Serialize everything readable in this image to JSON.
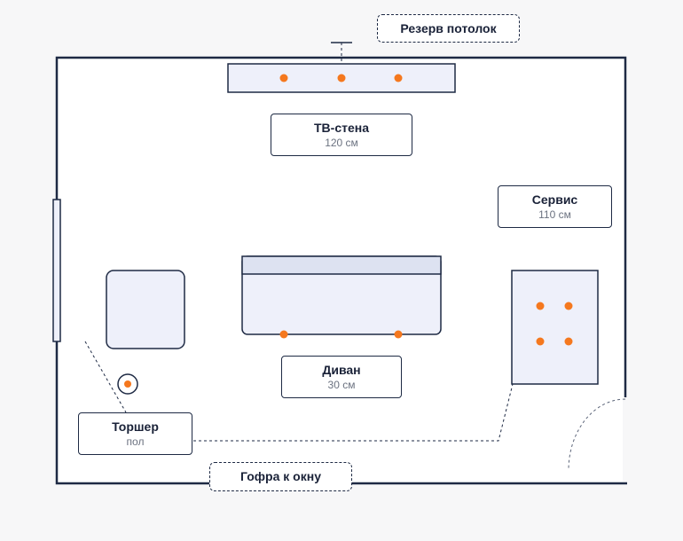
{
  "colors": {
    "wall": "#1e2a44",
    "furniture_fill": "#eef0fa",
    "sofa_back_fill": "#dde2f1",
    "outlet": "#f5781e",
    "background": "#f7f7f8",
    "room_fill": "#ffffff"
  },
  "callouts": {
    "ceiling_reserve": "Резерв потолок",
    "window_conduit": "Гофра к окну"
  },
  "labels": {
    "tv_wall": {
      "title": "ТВ-стена",
      "sub": "120 см"
    },
    "service": {
      "title": "Сервис",
      "sub": "110 см"
    },
    "sofa": {
      "title": "Диван",
      "sub": "30 см"
    },
    "floor_lamp": {
      "title": "Торшер",
      "sub": "пол"
    }
  }
}
